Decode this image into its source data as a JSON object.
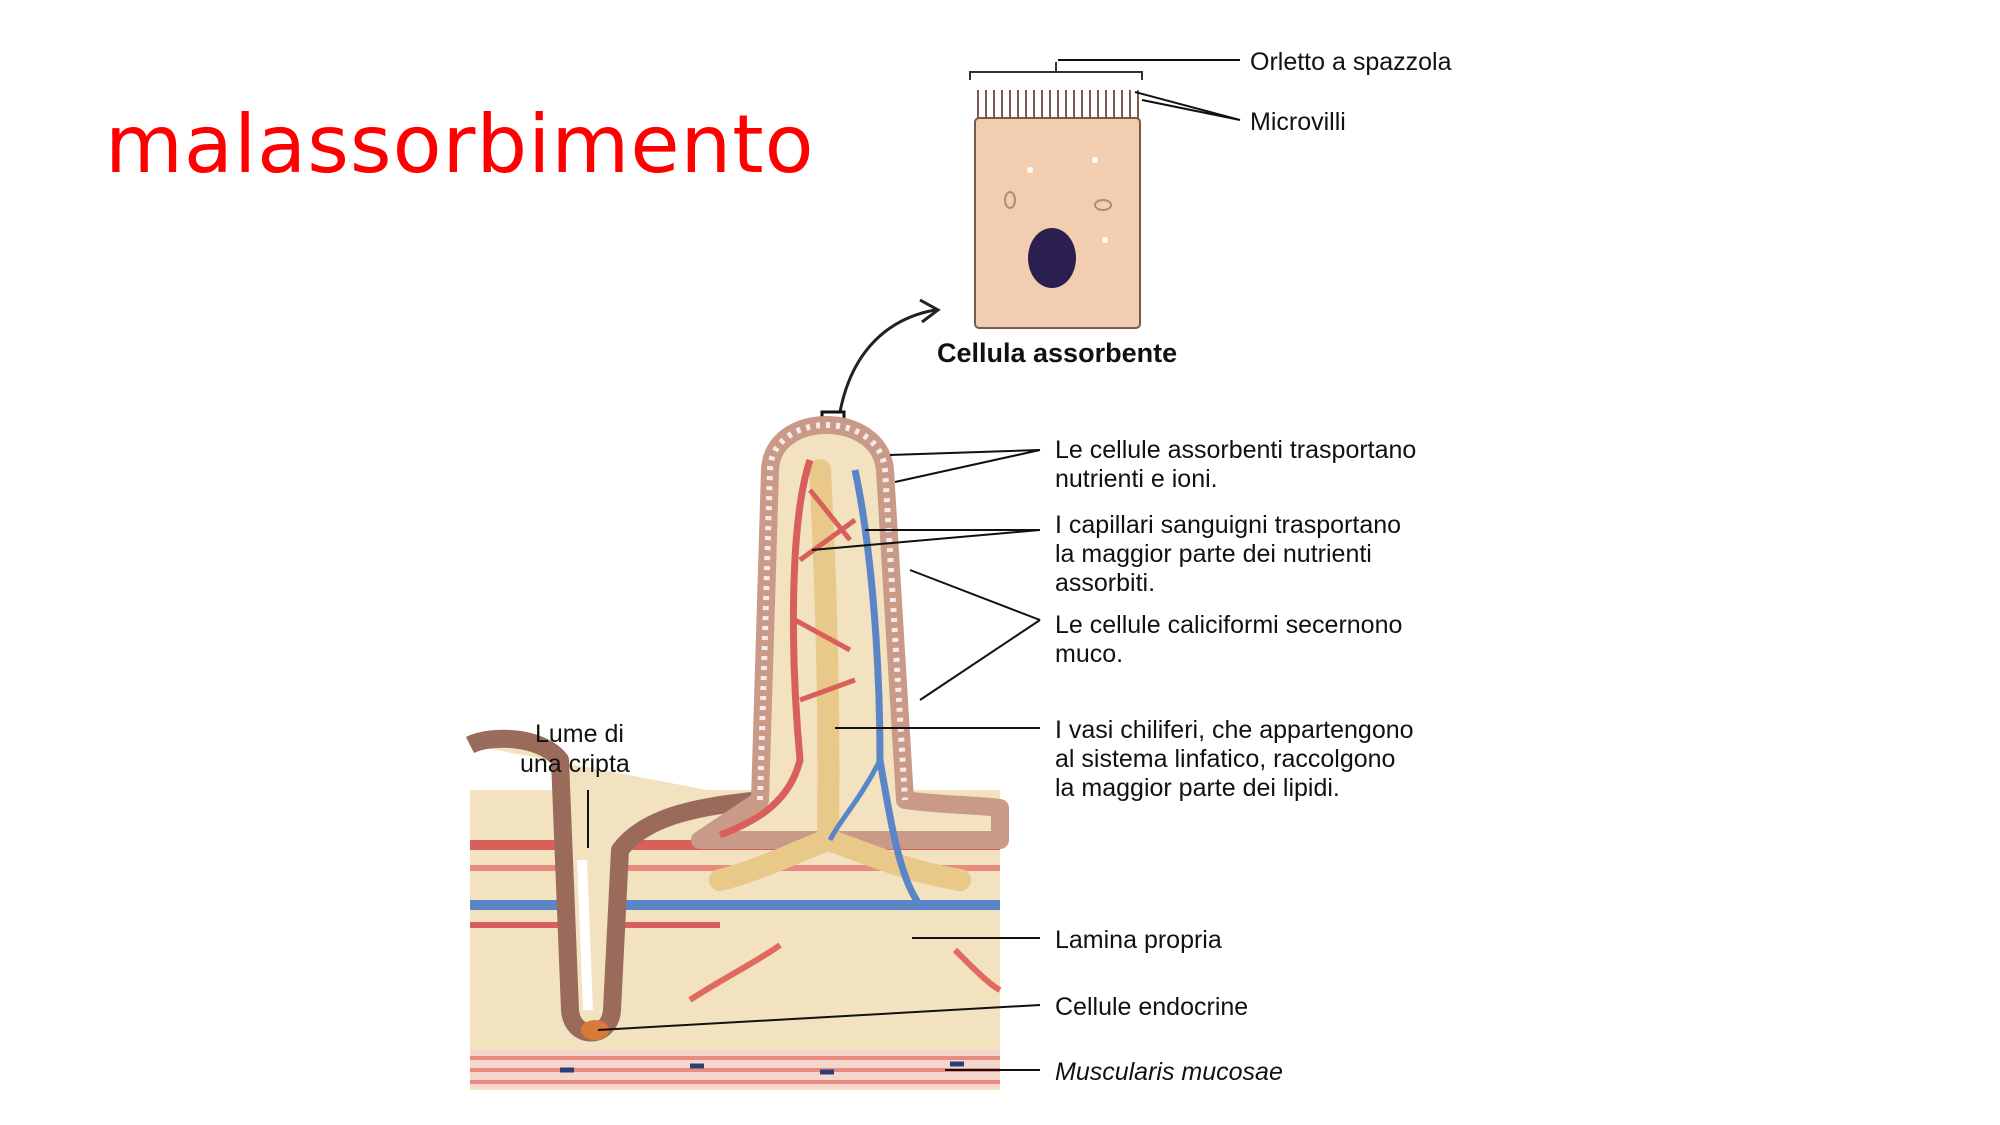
{
  "slide": {
    "title": "malassorbimento"
  },
  "diagram": {
    "cell_labels": {
      "brush_border": "Orletto a spazzola",
      "microvilli": "Microvilli",
      "absorptive_cell": "Cellula assorbente"
    },
    "villus_labels": {
      "absorptive_cells": [
        "Le cellule assorbenti trasportano",
        "nutrienti e ioni."
      ],
      "blood_capillaries": [
        "I capillari sanguigni trasportano",
        "la maggior parte dei nutrienti",
        "assorbiti."
      ],
      "goblet_cells": [
        "Le cellule caliciformi secernono",
        "muco."
      ],
      "lacteals": [
        "I vasi chiliferi, che appartengono",
        "al sistema linfatico, raccolgono",
        "la maggior parte dei lipidi."
      ],
      "lamina_propria": "Lamina propria",
      "endocrine_cells": "Cellule endocrine",
      "muscularis_mucosae": "Muscularis mucosae",
      "crypt_lumen": [
        "Lume di",
        "una cripta"
      ]
    },
    "colors": {
      "title": "#ff0000",
      "cell_fill": "#f3cdb0",
      "nucleus": "#2a1f4f",
      "tissue": "#f2e2c0",
      "artery": "#d9605a",
      "vein": "#5a86c7",
      "lacteal": "#e9c98a",
      "muscle": "#e98c80"
    }
  }
}
